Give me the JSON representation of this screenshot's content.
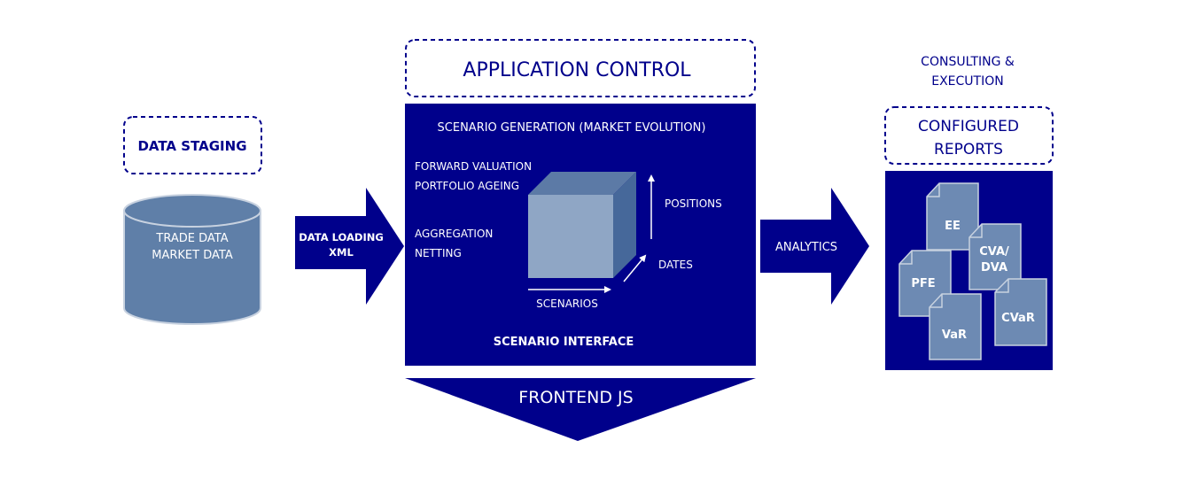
{
  "colors": {
    "navy": "#00008b",
    "steel_blue": "#5f7fa8",
    "steel_blue_border": "#c8d2e0",
    "doc_fill": "#6d8ab3",
    "cube_front": "#8fa6c5",
    "cube_top": "#5c7aa6",
    "cube_side": "#46689a",
    "white": "#ffffff"
  },
  "data_staging": {
    "title": "DATA STAGING",
    "db_line1": "TRADE DATA",
    "db_line2": "MARKET DATA"
  },
  "data_loading_arrow": {
    "line1": "DATA LOADING",
    "line2": "XML"
  },
  "application_control": {
    "title": "APPLICATION CONTROL"
  },
  "scenario_box": {
    "header": "SCENARIO GENERATION (MARKET EVOLUTION)",
    "forward_valuation": "FORWARD VALUATION",
    "portfolio_ageing": "PORTFOLIO AGEING",
    "aggregation": "AGGREGATION",
    "netting": "NETTING",
    "positions": "POSITIONS",
    "dates": "DATES",
    "scenarios": "SCENARIOS",
    "footer": "SCENARIO INTERFACE"
  },
  "frontend": {
    "label": "FRONTEND JS"
  },
  "analytics_arrow": {
    "label": "ANALYTICS"
  },
  "consulting": {
    "line1": "CONSULTING &",
    "line2": "EXECUTION"
  },
  "configured_reports": {
    "line1": "CONFIGURED",
    "line2": "REPORTS"
  },
  "reports": {
    "ee": "EE",
    "cva_line1": "CVA/",
    "cva_line2": "DVA",
    "pfe": "PFE",
    "var": "VaR",
    "cvar": "CVaR"
  }
}
